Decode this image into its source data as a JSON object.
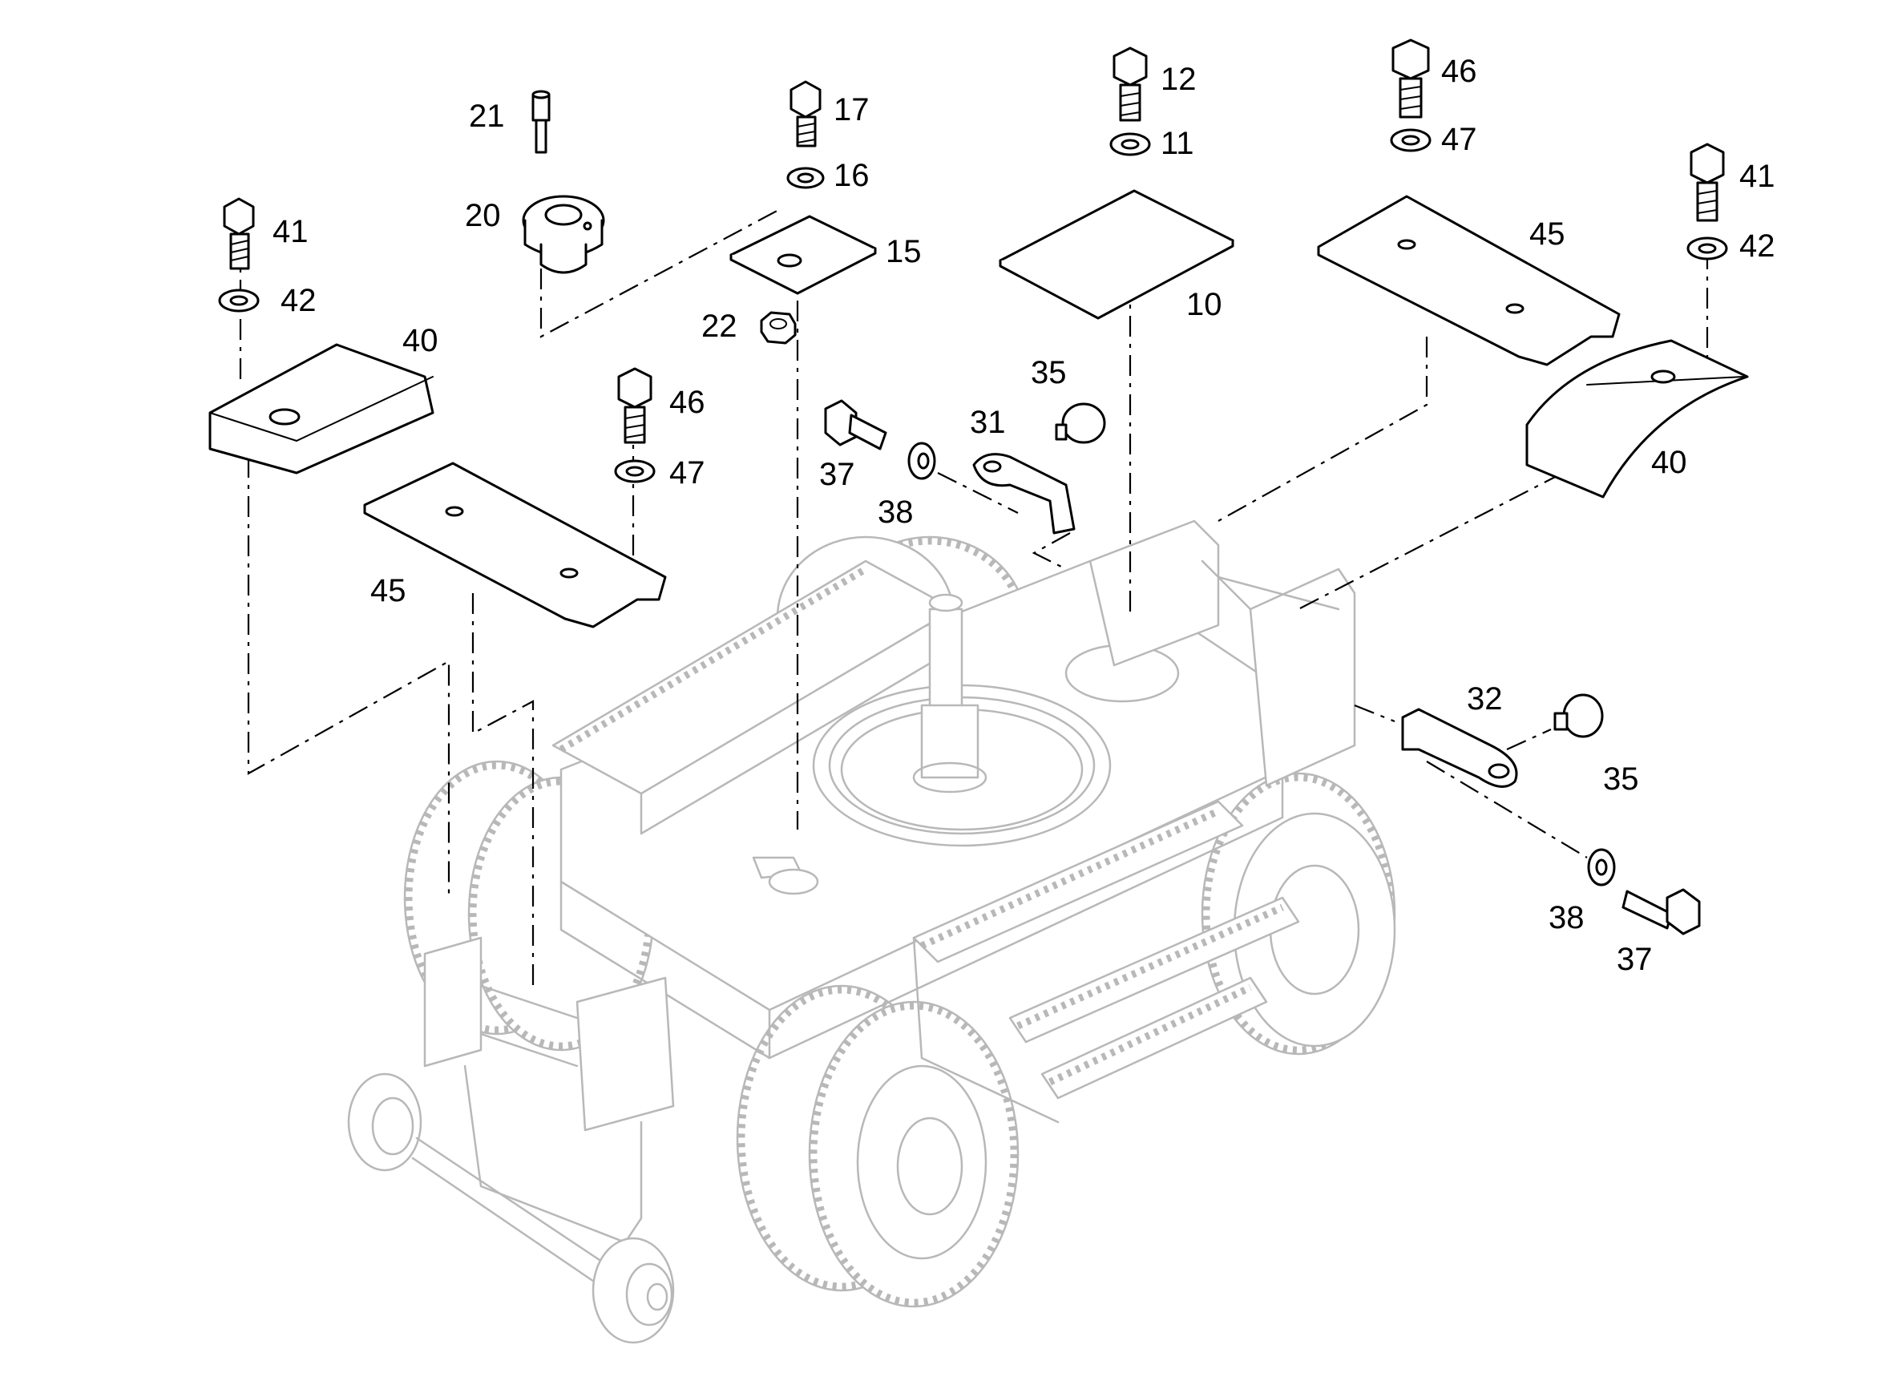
{
  "diagram": {
    "background": "#ffffff",
    "part_color": "#000000",
    "ghost_color": "#b8b8b8"
  },
  "callouts": {
    "c10": "10",
    "c11": "11",
    "c12": "12",
    "c15": "15",
    "c16": "16",
    "c17": "17",
    "c20": "20",
    "c21": "21",
    "c22": "22",
    "c31": "31",
    "c32": "32",
    "c35a": "35",
    "c35b": "35",
    "c37a": "37",
    "c37b": "37",
    "c38a": "38",
    "c38b": "38",
    "c40a": "40",
    "c40b": "40",
    "c41a": "41",
    "c41b": "41",
    "c42a": "42",
    "c42b": "42",
    "c45a": "45",
    "c45b": "45",
    "c46a": "46",
    "c46b": "46",
    "c47a": "47",
    "c47b": "47"
  }
}
